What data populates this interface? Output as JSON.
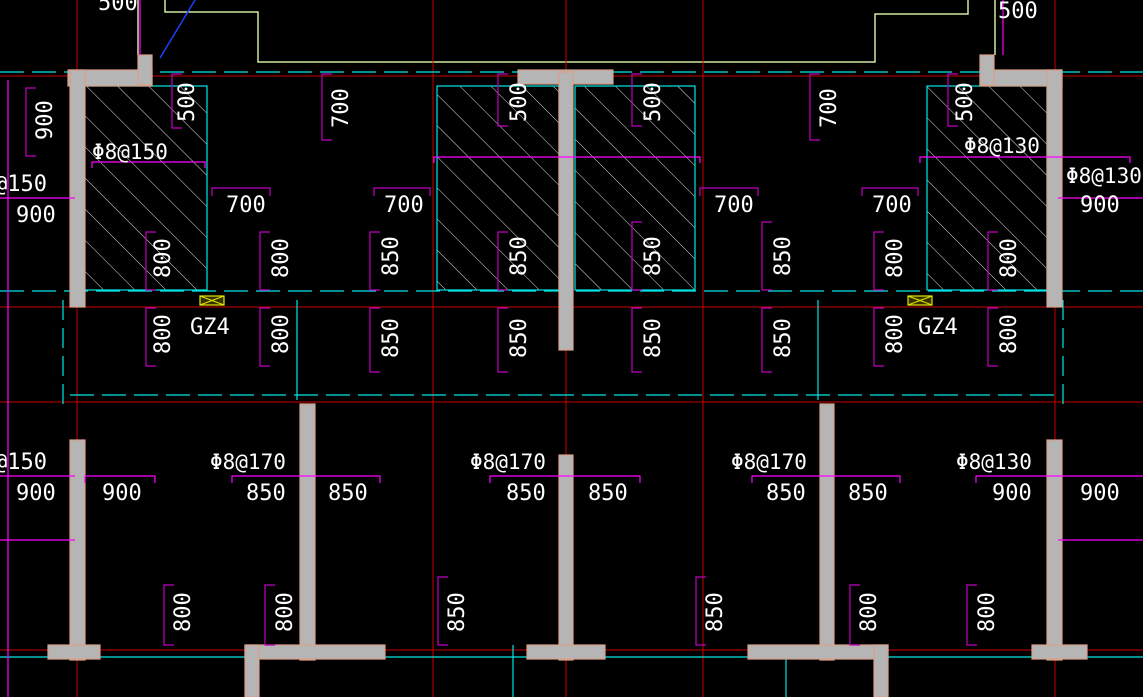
{
  "drawing": {
    "background": "#000000",
    "colors": {
      "wall_fill": "#b5b5b5",
      "wall_edge": "#d9a08a",
      "axis": "#cc0000",
      "dim_magenta": "#ff00ff",
      "dim_line": "#c000c0",
      "cyan": "#00e5e5",
      "hatch": "#dddddd",
      "text": "#ffffff",
      "yellow": "#e6e600",
      "outline_green": "#cfe8a0",
      "blue_line": "#1a40ff"
    },
    "top_labels": {
      "left": "500",
      "right": "500"
    },
    "left_labels": {
      "a": "900",
      "b": "@150",
      "c": "900",
      "d": "@150",
      "e": "900"
    },
    "rebar_labels": {
      "r1": "Φ8@150",
      "r2": "Φ8@130",
      "r3": "Φ8@130",
      "r4": "Φ8@170",
      "r5": "Φ8@170",
      "r6": "Φ8@170",
      "r7": "Φ8@130"
    },
    "h_dims": {
      "a": "900",
      "b": "700",
      "c": "700",
      "d": "700",
      "e": "700",
      "f": "900",
      "g": "850",
      "h": "850",
      "i": "850",
      "j": "850",
      "k": "850",
      "l": "850",
      "m": "900",
      "n": "900"
    },
    "v_dims": {
      "t1": "500",
      "t2": "700",
      "t3": "500",
      "t4": "500",
      "t5": "700",
      "t6": "500",
      "m1": "800",
      "m2": "800",
      "m3": "850",
      "m4": "850",
      "m5": "850",
      "m6": "850",
      "m7": "800",
      "m8": "800",
      "n1": "800",
      "n2": "800",
      "n3": "850",
      "n4": "850",
      "n5": "850",
      "n6": "850",
      "n7": "800",
      "n8": "800",
      "b1": "800",
      "b2": "800",
      "b3": "850",
      "b4": "850",
      "b5": "800",
      "b6": "800",
      "l1": "900"
    },
    "columns": {
      "left": "GZ4",
      "right": "GZ4"
    }
  }
}
